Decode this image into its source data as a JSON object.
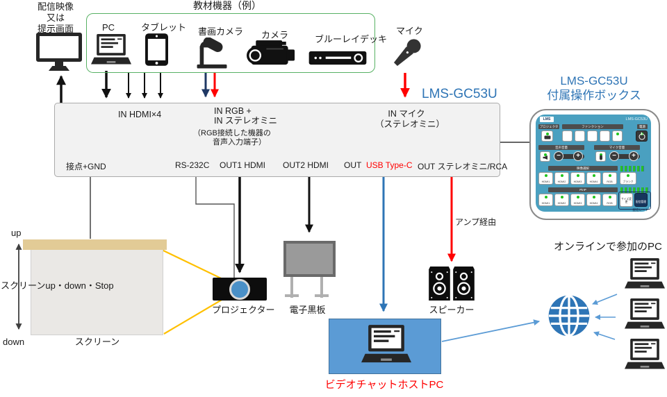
{
  "colors": {
    "accent_blue": "#2e74b5",
    "navy_arrow": "#1f3864",
    "usb_blue": "#2e75b6",
    "light_blue": "#5b9bd5",
    "red": "#ff0000",
    "yellow": "#ffc000",
    "green_box": "#57b163",
    "panel_teal": "#4aa0c0"
  },
  "source_monitor": {
    "label_lines": [
      "配信映像",
      "又は",
      "提示画面"
    ]
  },
  "materials": {
    "title": "教材機器（例）",
    "devices": {
      "pc": "PC",
      "tablet": "タブレット",
      "doccam": "書画カメラ",
      "camera": "カメラ",
      "bluray": "ブルーレイデッキ"
    }
  },
  "mic_label": "マイク",
  "main_unit": {
    "title": "LMS-GC53U",
    "in_hdmi": "IN  HDMI×4",
    "in_rgb_1": "IN  RGB +",
    "in_rgb_2": "IN  ステレオミニ",
    "in_rgb_note_1": "（RGB接続した機器の",
    "in_rgb_note_2": "音声入力端子）",
    "in_mic_1": "IN  マイク",
    "in_mic_2": "（ステレオミニ）",
    "port_contact": "接点+GND",
    "port_rs232c": "RS-232C",
    "port_out1": "OUT1 HDMI",
    "port_out2": "OUT2  HDMI",
    "port_usb_prefix": "OUT",
    "port_usb_value": "USB Type-C",
    "port_audio": "OUT  ステレオミニ/RCA"
  },
  "control_box": {
    "title_lines": [
      "LMS-GC53U",
      "付属操作ボックス"
    ],
    "brand": "LMS",
    "model": "LMS-GC53U",
    "projector_label": "プロジェクター",
    "function_label": "ファンクション",
    "power_label": "電源",
    "volume_label": "音声音量",
    "mic_volume_label": "マイク音量",
    "video_select_label": "映像選択",
    "pinp_label": "PinP",
    "source_buttons": [
      "HDMI1",
      "HDMI2",
      "HDMI3",
      "HDMI4",
      "RGB",
      "ブランク"
    ],
    "pinp_buttons": [
      "HDMI1",
      "HDMI2",
      "HDMI3",
      "HDMI4",
      "RGB"
    ],
    "size_button": "サイズ変更",
    "stream_button": "配信管理",
    "note": "配信レート"
  },
  "screen_area": {
    "up": "up",
    "down": "down",
    "control_text": "スクリーンup・down・Stop",
    "label": "スクリーン"
  },
  "bottom": {
    "projector": "プロジェクター",
    "blackboard": "電子黒板",
    "speaker": "スピーカー",
    "amp": "アンプ経由",
    "host_pc": "ビデオチャットホストPC",
    "online_pc": "オンラインで参加のPC"
  }
}
